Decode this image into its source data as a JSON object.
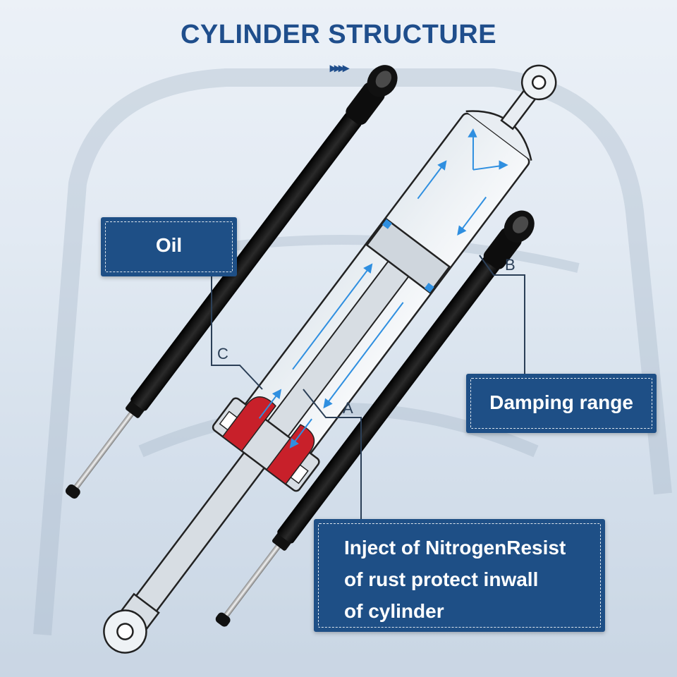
{
  "title": "CYLINDER STRUCTURE",
  "chevrons": "▸▸▸▸",
  "labels": {
    "oil": "Oil",
    "damping": "Damping range",
    "inject_lines": [
      "Inject of NitrogenResist",
      "of rust protect inwall",
      "of cylinder"
    ]
  },
  "markers": {
    "a": "A",
    "b": "B",
    "c": "C"
  },
  "colors": {
    "title": "#1f4e8c",
    "box_fill": "#1e4f86",
    "strut_body": "#111111",
    "oil_red": "#c8202a",
    "flow_arrow": "#2f8fe0",
    "leader_line": "#2b3f57"
  }
}
